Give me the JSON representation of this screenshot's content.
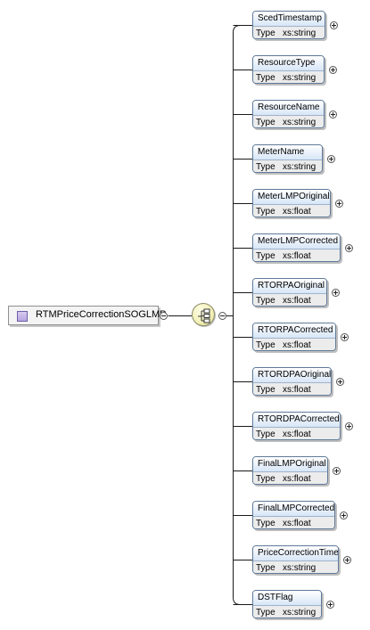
{
  "root": {
    "name": "RTMPriceCorrectionSOGLMP"
  },
  "compositor": {
    "kind": "sequence"
  },
  "type_label": "Type",
  "elements": [
    {
      "name": "ScedTimestamp",
      "type": "xs:string"
    },
    {
      "name": "ResourceType",
      "type": "xs:string"
    },
    {
      "name": "ResourceName",
      "type": "xs:string"
    },
    {
      "name": "MeterName",
      "type": "xs:string"
    },
    {
      "name": "MeterLMPOriginal",
      "type": "xs:float"
    },
    {
      "name": "MeterLMPCorrected",
      "type": "xs:float"
    },
    {
      "name": "RTORPAOriginal",
      "type": "xs:float"
    },
    {
      "name": "RTORPACorrected",
      "type": "xs:float"
    },
    {
      "name": "RTORDPAOriginal",
      "type": "xs:float"
    },
    {
      "name": "RTORDPACorrected",
      "type": "xs:float"
    },
    {
      "name": "FinalLMPOriginal",
      "type": "xs:float"
    },
    {
      "name": "FinalLMPCorrected",
      "type": "xs:float"
    },
    {
      "name": "PriceCorrectionTime",
      "type": "xs:string"
    },
    {
      "name": "DSTFlag",
      "type": "xs:string"
    }
  ]
}
